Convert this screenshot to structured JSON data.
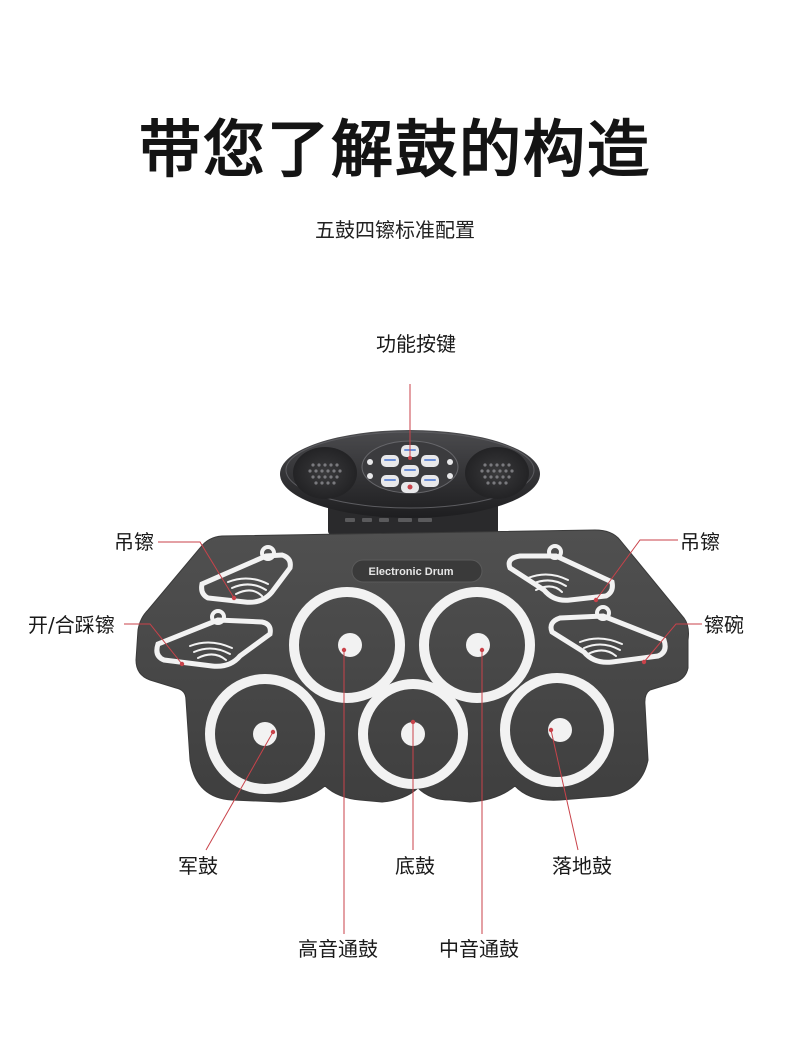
{
  "heading": {
    "title": "带您了解鼓的构造",
    "subtitle": "五鼓四镲标准配置"
  },
  "product": {
    "brand_text": "Electronic Drum"
  },
  "labels": {
    "function_keys": "功能按键",
    "crash_left": "吊镲",
    "crash_right": "吊镲",
    "hihat": "开/合踩镲",
    "ride": "镲碗",
    "snare": "军鼓",
    "bass": "底鼓",
    "floor_tom": "落地鼓",
    "high_tom": "高音通鼓",
    "mid_tom": "中音通鼓"
  },
  "colors": {
    "pad_body": "#4a4a4a",
    "pad_white": "#f2f2f2",
    "leader_line": "#c9424a",
    "module_dark": "#2f2f31"
  }
}
